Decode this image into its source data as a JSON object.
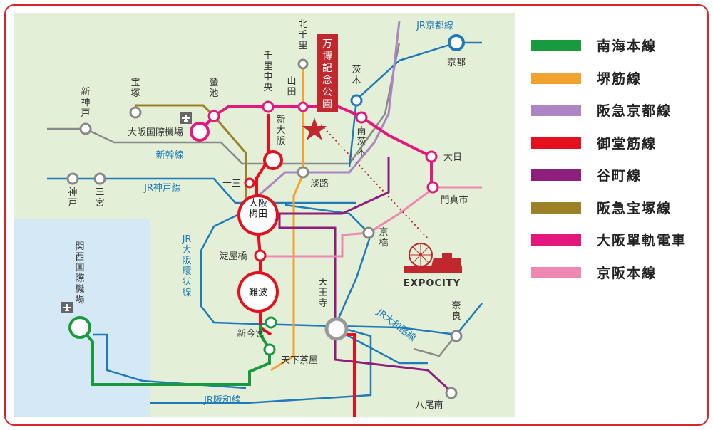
{
  "stations": {
    "kita_senri": "北\n千\n里",
    "senri_chuo": "千\n里\n中\n央",
    "yamada": "山\n田",
    "ibaraki": "茨\n木",
    "kyoto": "京都",
    "hotarugaike": "螢\n池",
    "takarazuka": "宝\n塚",
    "shin_kobe": "新\n神\n戸",
    "itami_airport": "大阪国際機場",
    "shin_osaka": "新\n大\n阪",
    "minami_ibaraki": "南\n茨\n木",
    "dainichi": "大日",
    "jusou": "十三",
    "awaji": "淡路",
    "kadoma": "門真市",
    "kobe": "神\n戸",
    "sannomiya": "三\n宮",
    "umeda": "大阪\n梅田",
    "kyobashi": "京\n橋",
    "yodoyabashi": "淀屋橋",
    "namba": "難波",
    "tennoji": "天\n王\n寺",
    "shin_imamiya": "新今宮",
    "tengachaya": "天下茶屋",
    "nara": "奈\n良",
    "yao_minami": "八尾南",
    "kansai_airport": "関\n西\n国\n際\n機\n場"
  },
  "line_labels": {
    "jr_kyoto": "JR京都線",
    "shinkansen": "新幹線",
    "jr_kobe": "JR神戸線",
    "jr_loop": "JR\n大\n阪\n環\n状\n線",
    "jr_yamatoji": "JR大和路線",
    "jr_hanwa": "JR阪和線"
  },
  "destination": {
    "banner": "万\n博\n記\n念\n公\n園",
    "expocity": "EXPOCITY"
  },
  "icons": [
    "airplane-icon",
    "star-icon",
    "ferris-wheel-icon"
  ],
  "legend": [
    {
      "label": "南海本線",
      "color": "#1a9a3e"
    },
    {
      "label": "堺筋線",
      "color": "#f2a22e"
    },
    {
      "label": "阪急京都線",
      "color": "#ad84c4"
    },
    {
      "label": "御堂筋線",
      "color": "#e60f1d"
    },
    {
      "label": "谷町線",
      "color": "#8e1d7c"
    },
    {
      "label": "阪急宝塚線",
      "color": "#9c8127"
    },
    {
      "label": "大阪單軌電車",
      "color": "#e3177d"
    },
    {
      "label": "京阪本線",
      "color": "#ee88b2"
    }
  ],
  "colors": {
    "land": "#e3efd6",
    "sea": "#d5e8f6",
    "frame": "#d7262b",
    "jr": "#1f7ab8",
    "gray_line": "#888888"
  }
}
